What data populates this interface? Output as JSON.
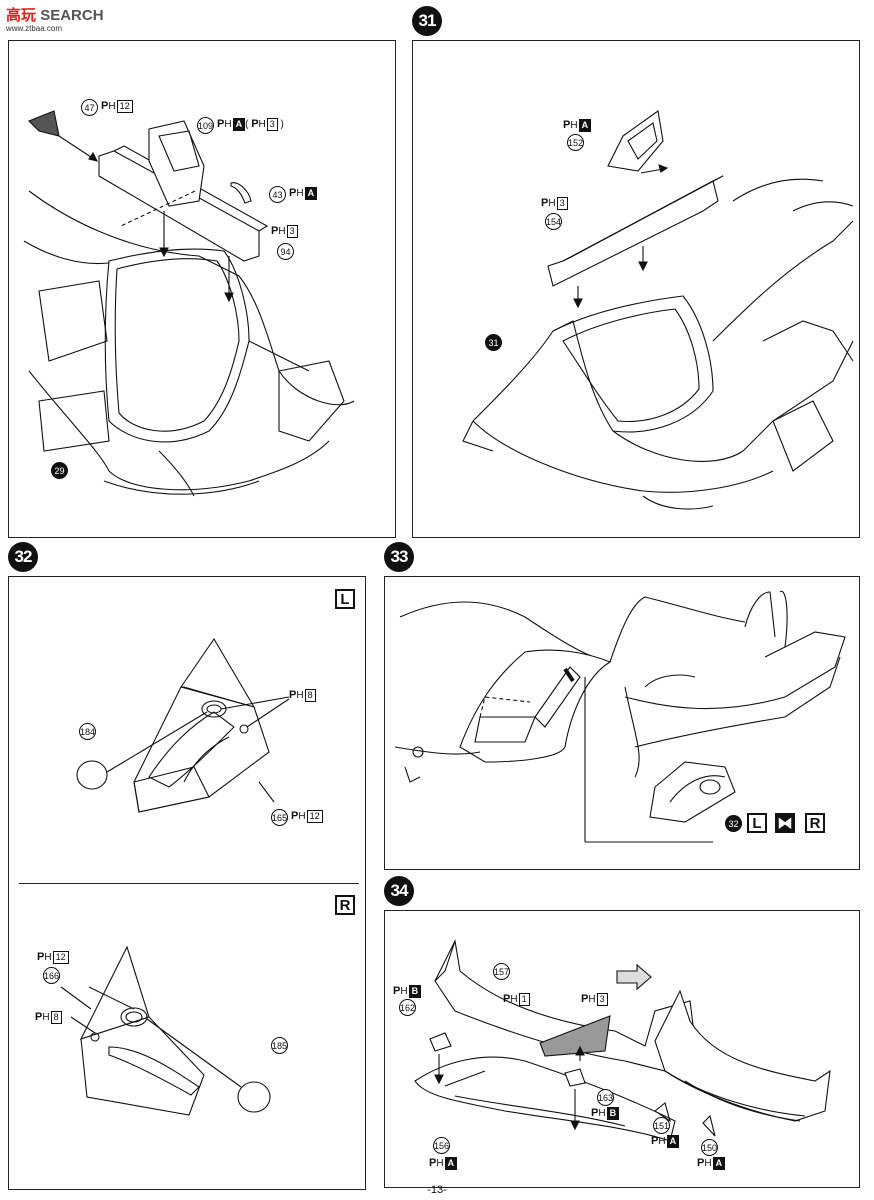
{
  "watermark": {
    "brand_prefix": "高",
    "brand_mid": "玩",
    "brand_rest": "SEARCH",
    "url": "www.ztbaa.com"
  },
  "page_number": "-13-",
  "steps": {
    "s30": {
      "parts": [
        {
          "num": "47",
          "ph_code": "H",
          "box": "12"
        },
        {
          "num": "109",
          "ph_code": "H",
          "box": "A",
          "alt": "( ",
          "alt_box": "3",
          "alt_close": " )"
        },
        {
          "num": "43",
          "ph_code": "H",
          "box": "A"
        },
        {
          "num": "94",
          "ph_code": "H",
          "box": "3"
        },
        {
          "num": "29"
        }
      ]
    },
    "s31": {
      "number": "31",
      "parts": [
        {
          "num": "152",
          "ph_code": "H",
          "box": "A"
        },
        {
          "num": "154",
          "ph_code": "H",
          "box": "3"
        },
        {
          "num": "31"
        }
      ]
    },
    "s32": {
      "number": "32",
      "left_label": "L",
      "right_label": "R",
      "left_parts": [
        {
          "num": "184"
        },
        {
          "num": "165",
          "ph_code": "H",
          "box": "12"
        },
        {
          "ph_code": "H",
          "box": "8"
        }
      ],
      "right_parts": [
        {
          "num": "166",
          "ph_code": "H",
          "box": "12"
        },
        {
          "num": "185"
        },
        {
          "ph_code": "H",
          "box": "8"
        }
      ]
    },
    "s33": {
      "number": "33",
      "ref_step": "32",
      "labels": [
        "L",
        "R"
      ]
    },
    "s34": {
      "number": "34",
      "parts": [
        {
          "num": "157",
          "ph_code": "H",
          "box": "1"
        },
        {
          "num": "162",
          "ph_code": "H",
          "box": "B"
        },
        {
          "num": "163",
          "ph_code": "H",
          "box": "B"
        },
        {
          "num": "156",
          "ph_code": "H",
          "box": "A"
        },
        {
          "num": "151",
          "ph_code": "H",
          "box": "A"
        },
        {
          "num": "150",
          "ph_code": "H",
          "box": "A"
        },
        {
          "ph_code": "H",
          "box": "3"
        }
      ]
    }
  },
  "colors": {
    "ink": "#111111",
    "paper": "#ffffff",
    "shade": "#bbbbbb",
    "watermark_red": "#dd2222"
  }
}
